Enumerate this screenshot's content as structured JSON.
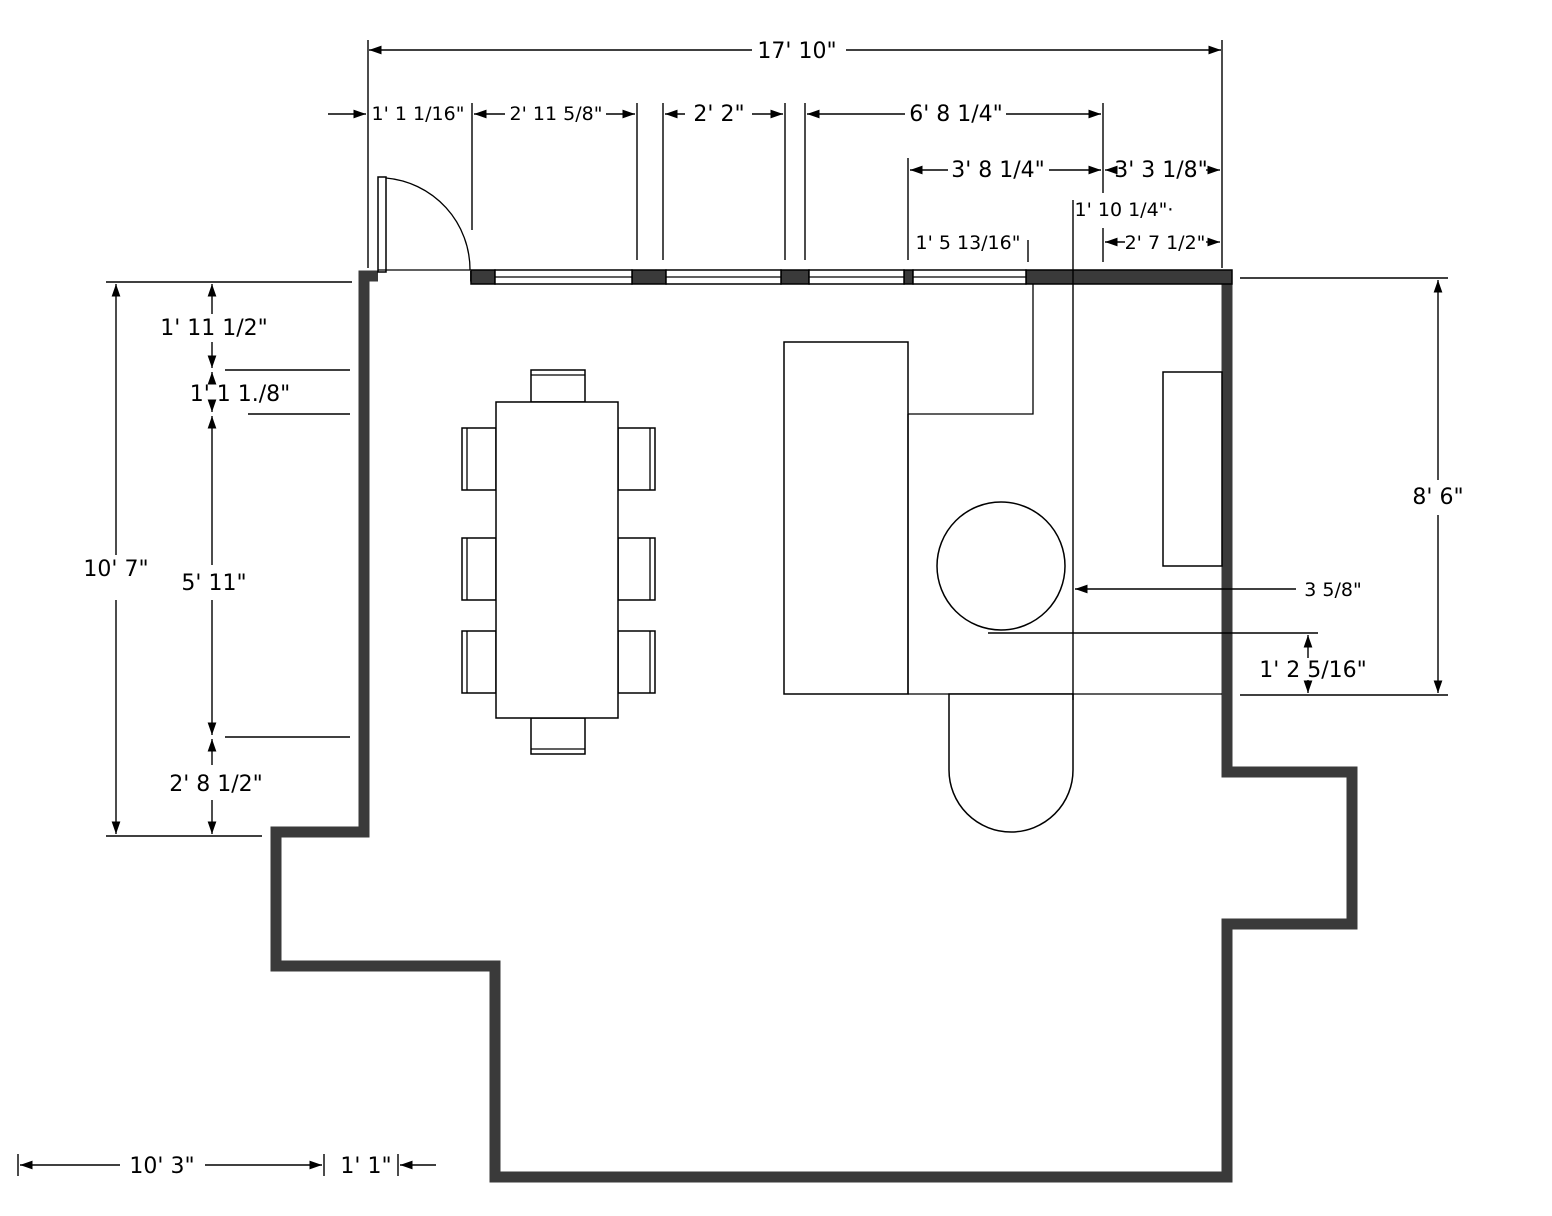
{
  "dimensions": {
    "overall_width": "17' 10\"",
    "door_offset": "1' 1 1/16\"",
    "window_a": "2' 11 5/8\"",
    "window_b": "2' 2\"",
    "window_run": "6' 8 1/4\"",
    "kitchen_span": "3' 8 1/4\"",
    "right_span": "3' 3 1/8\"",
    "center_offset": "1' 10 1/4\"·",
    "right_corner": "2' 7 1/2\"",
    "window_c": "1' 5 13/16\"",
    "left_top": "1' 11 1/2\"",
    "left_small": "1' 1 1./8\"",
    "left_total": "10' 7\"",
    "left_mid": "5' 11\"",
    "left_bottom": "2' 8 1/2\"",
    "right_total": "8' 6\"",
    "island_gap": "3 5/8\"",
    "table_offset": "1' 2 5/16\"",
    "bottom_left": "10' 3\"",
    "bottom_step": "1' 1\""
  }
}
